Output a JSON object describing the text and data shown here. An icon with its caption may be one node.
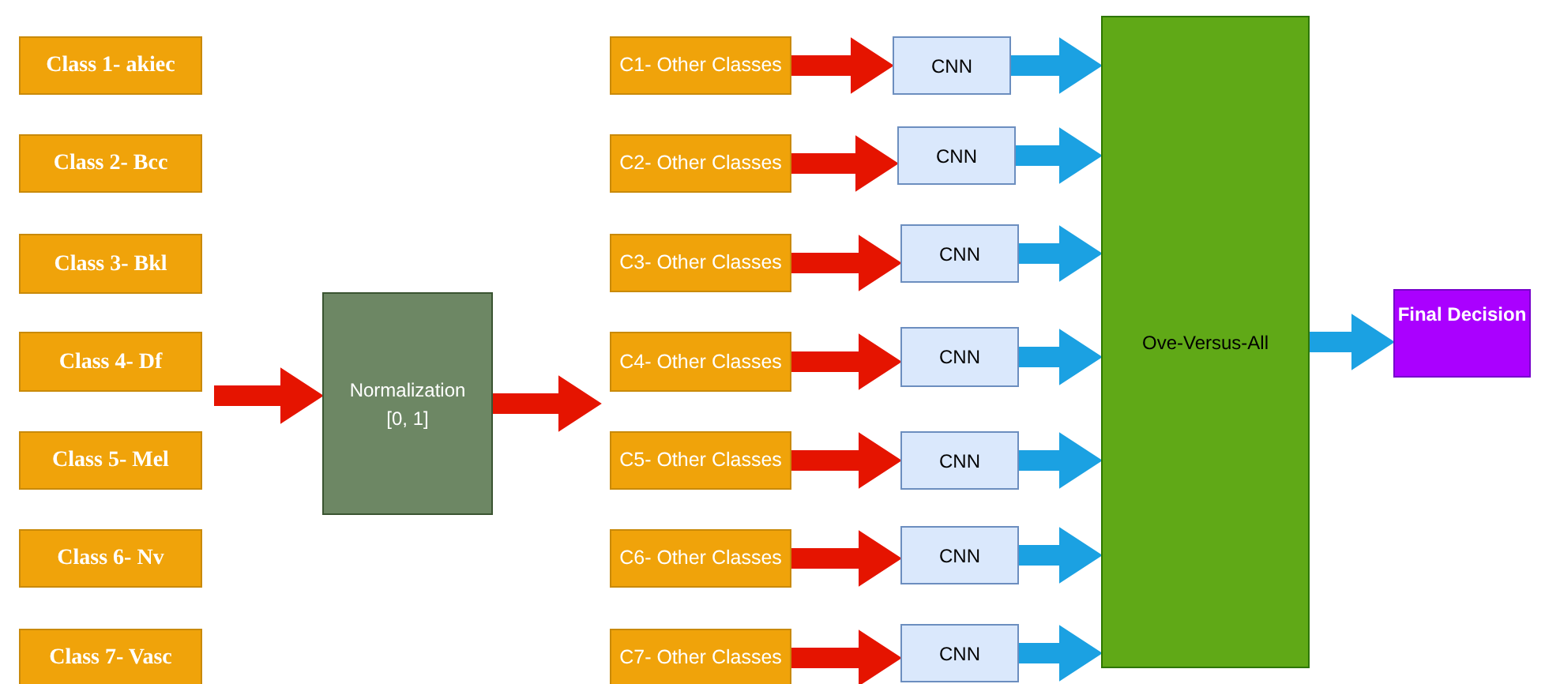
{
  "diagram": {
    "nodes": [
      {
        "text": [
          "Class 1- akiec"
        ]
      },
      {
        "text": [
          "Class 2- Bcc"
        ]
      },
      {
        "text": [
          "Class 3- Bkl"
        ]
      },
      {
        "text": [
          "Class 4- Df"
        ]
      },
      {
        "text": [
          "Class 5- Mel"
        ]
      },
      {
        "text": [
          "Class 6- Nv"
        ]
      },
      {
        "text": [
          "Class 7- Vasc"
        ]
      },
      {
        "text": [
          "Normalization [0, 1]"
        ]
      },
      {
        "text": [
          "C1- Other Classes"
        ]
      },
      {
        "text": [
          "C2- Other Classes"
        ]
      },
      {
        "text": [
          "C3- Other Classes"
        ]
      },
      {
        "text": [
          "C4- Other Classes"
        ]
      },
      {
        "text": [
          "C5- Other Classes"
        ]
      },
      {
        "text": [
          "C6- Other Classes"
        ]
      },
      {
        "text": [
          "C7- Other Classes"
        ]
      },
      {
        "text": [
          "CNN"
        ]
      },
      {
        "text": [
          "CNN"
        ]
      },
      {
        "text": [
          "CNN"
        ]
      },
      {
        "text": [
          "CNN"
        ]
      },
      {
        "text": [
          "CNN"
        ]
      },
      {
        "text": [
          "CNN"
        ]
      },
      {
        "text": [
          "CNN"
        ]
      },
      {
        "text": [
          "Ove-Versus-All"
        ]
      },
      {
        "text": [
          "Final Decision"
        ]
      }
    ],
    "edges": [
      {
        "from": null,
        "to": 7,
        "arrow": "to",
        "style": "thick",
        "color": "#e51400"
      },
      {
        "from": 7,
        "to": null,
        "arrow": "to",
        "style": "thick",
        "color": "#e51400"
      },
      {
        "from": 8,
        "to": 15,
        "arrow": "to",
        "style": "thick",
        "color": "#e51400"
      },
      {
        "from": 9,
        "to": 16,
        "arrow": "to",
        "style": "thick",
        "color": "#e51400"
      },
      {
        "from": 10,
        "to": 17,
        "arrow": "to",
        "style": "thick",
        "color": "#e51400"
      },
      {
        "from": 11,
        "to": 18,
        "arrow": "to",
        "style": "thick",
        "color": "#e51400"
      },
      {
        "from": 12,
        "to": 19,
        "arrow": "to",
        "style": "thick",
        "color": "#e51400"
      },
      {
        "from": 13,
        "to": 20,
        "arrow": "to",
        "style": "thick",
        "color": "#e51400"
      },
      {
        "from": 14,
        "to": 21,
        "arrow": "to",
        "style": "thick",
        "color": "#e51400"
      },
      {
        "from": 15,
        "to": 22,
        "arrow": "to",
        "style": "thick",
        "color": "#1ba1e2"
      },
      {
        "from": 16,
        "to": 22,
        "arrow": "to",
        "style": "thick",
        "color": "#1ba1e2"
      },
      {
        "from": 17,
        "to": 22,
        "arrow": "to",
        "style": "thick",
        "color": "#1ba1e2"
      },
      {
        "from": 18,
        "to": 22,
        "arrow": "to",
        "style": "thick",
        "color": "#1ba1e2"
      },
      {
        "from": 19,
        "to": 22,
        "arrow": "to",
        "style": "thick",
        "color": "#1ba1e2"
      },
      {
        "from": 20,
        "to": 22,
        "arrow": "to",
        "style": "thick",
        "color": "#1ba1e2"
      },
      {
        "from": 21,
        "to": 22,
        "arrow": "to",
        "style": "thick",
        "color": "#1ba1e2"
      },
      {
        "from": 22,
        "to": 23,
        "arrow": "to",
        "style": "thick",
        "color": "#1ba1e2"
      }
    ]
  }
}
